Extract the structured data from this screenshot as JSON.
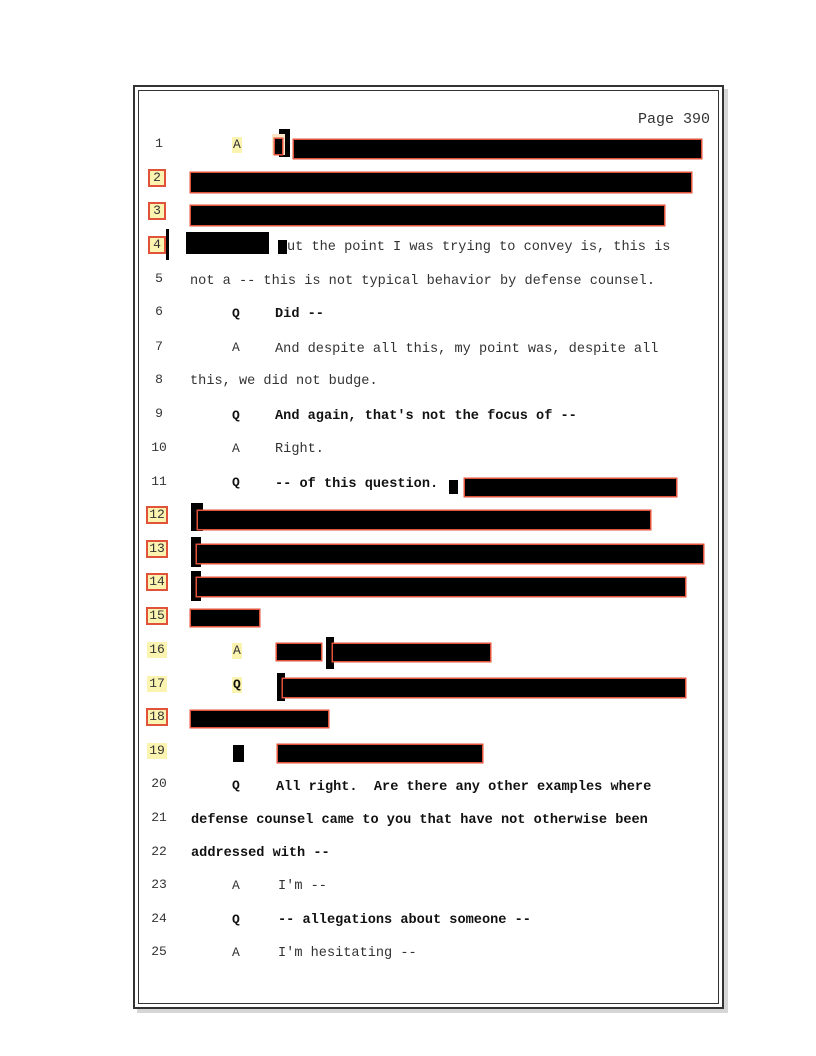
{
  "page": {
    "header": "Page 390",
    "line_numbers": [
      "1",
      "2",
      "3",
      "4",
      "5",
      "6",
      "7",
      "8",
      "9",
      "10",
      "11",
      "12",
      "13",
      "14",
      "15",
      "16",
      "17",
      "18",
      "19",
      "20",
      "21",
      "22",
      "23",
      "24",
      "25"
    ],
    "speakers": {
      "l1": "A",
      "l6": "Q",
      "l7": "A",
      "l9": "Q",
      "l10": "A",
      "l11": "Q",
      "l16": "A",
      "l17": "Q",
      "l20": "Q",
      "l23": "A",
      "l24": "Q",
      "l25": "A"
    },
    "lines": {
      "l4": "ut the point I was trying to convey is, this is",
      "l5": "not a -- this is not typical behavior by defense counsel.",
      "l6": "Did --",
      "l7": "And despite all this, my point was, despite all",
      "l8": "this, we did not budge.",
      "l9": "And again, that's not the focus of --",
      "l10": "Right.",
      "l11": "-- of this question.",
      "l20": "All right.  Are there any other examples where",
      "l21": "defense counsel came to you that have not otherwise been",
      "l22": "addressed with --",
      "l23": "I'm --",
      "l24": "-- allegations about someone --",
      "l25": "I'm hesitating --"
    }
  }
}
